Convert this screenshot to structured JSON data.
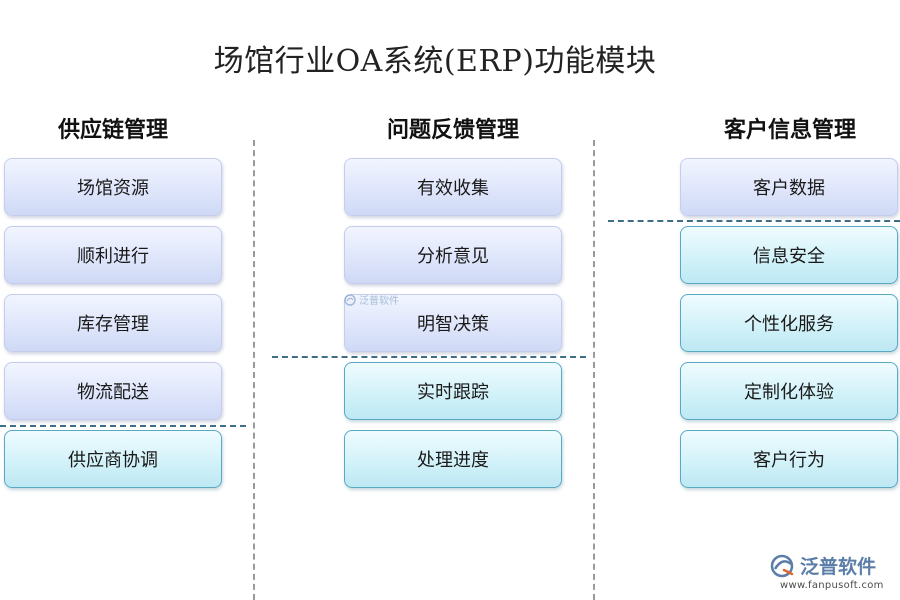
{
  "title": "场馆行业OA系统(ERP)功能模块",
  "columns": [
    {
      "heading": "供应链管理",
      "items": [
        "场馆资源",
        "顺利进行",
        "库存管理",
        "物流配送",
        "供应商协调"
      ]
    },
    {
      "heading": "问题反馈管理",
      "items": [
        "有效收集",
        "分析意见",
        "明智决策",
        "实时跟踪",
        "处理进度"
      ]
    },
    {
      "heading": "客户信息管理",
      "items": [
        "客户数据",
        "信息安全",
        "个性化服务",
        "定制化体验",
        "客户行为"
      ]
    }
  ],
  "watermark": {
    "text": "泛普软件"
  },
  "logo": {
    "text": "泛普软件",
    "url": "www.fanpusoft.com"
  },
  "colors": {
    "box_blue": "#dfe6fb",
    "box_cyan": "#d3f2f9",
    "cyan_border": "#5aa9c2",
    "divider": "#3f6f86",
    "logo": "#5b7ea8"
  }
}
